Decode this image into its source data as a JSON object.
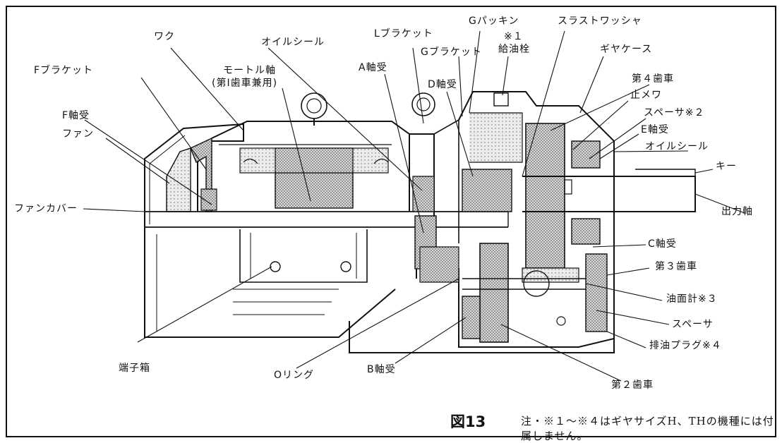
{
  "figure": {
    "number": "図13",
    "note": "注・※１～※４はギヤサイズH、THの機種には付属しません。"
  },
  "labels": {
    "waku": "ワク",
    "oil_seal_1": "オイルシール",
    "l_bracket": "Lブラケット",
    "g_packing": "Gパッキン",
    "thrust_washer": "スラストワッシャ",
    "note_1": "※１",
    "oil_filler": "給油栓",
    "f_bracket": "Fブラケット",
    "motor_shaft": "モートル軸",
    "motor_shaft_sub": "(第Ⅰ歯車兼用)",
    "a_bearing": "A軸受",
    "g_bracket": "Gブラケット",
    "gear_case": "ギヤケース",
    "d_bearing": "D軸受",
    "gear_4": "第４歯車",
    "stop_washer": "止メワ",
    "spacer_2": "スペーサ※２",
    "f_bearing": "F軸受",
    "e_bearing": "E軸受",
    "fan": "ファン",
    "oil_seal_2": "オイルシール",
    "key": "キー",
    "fan_cover": "ファンカバー",
    "output_shaft": "出力軸",
    "c_bearing": "C軸受",
    "gear_3": "第３歯車",
    "oil_gauge": "油面計※３",
    "spacer": "スペーサ",
    "drain_plug": "排油プラグ※４",
    "terminal_box": "端子箱",
    "o_ring": "Oリング",
    "b_bearing": "B軸受",
    "gear_2": "第２歯車"
  }
}
